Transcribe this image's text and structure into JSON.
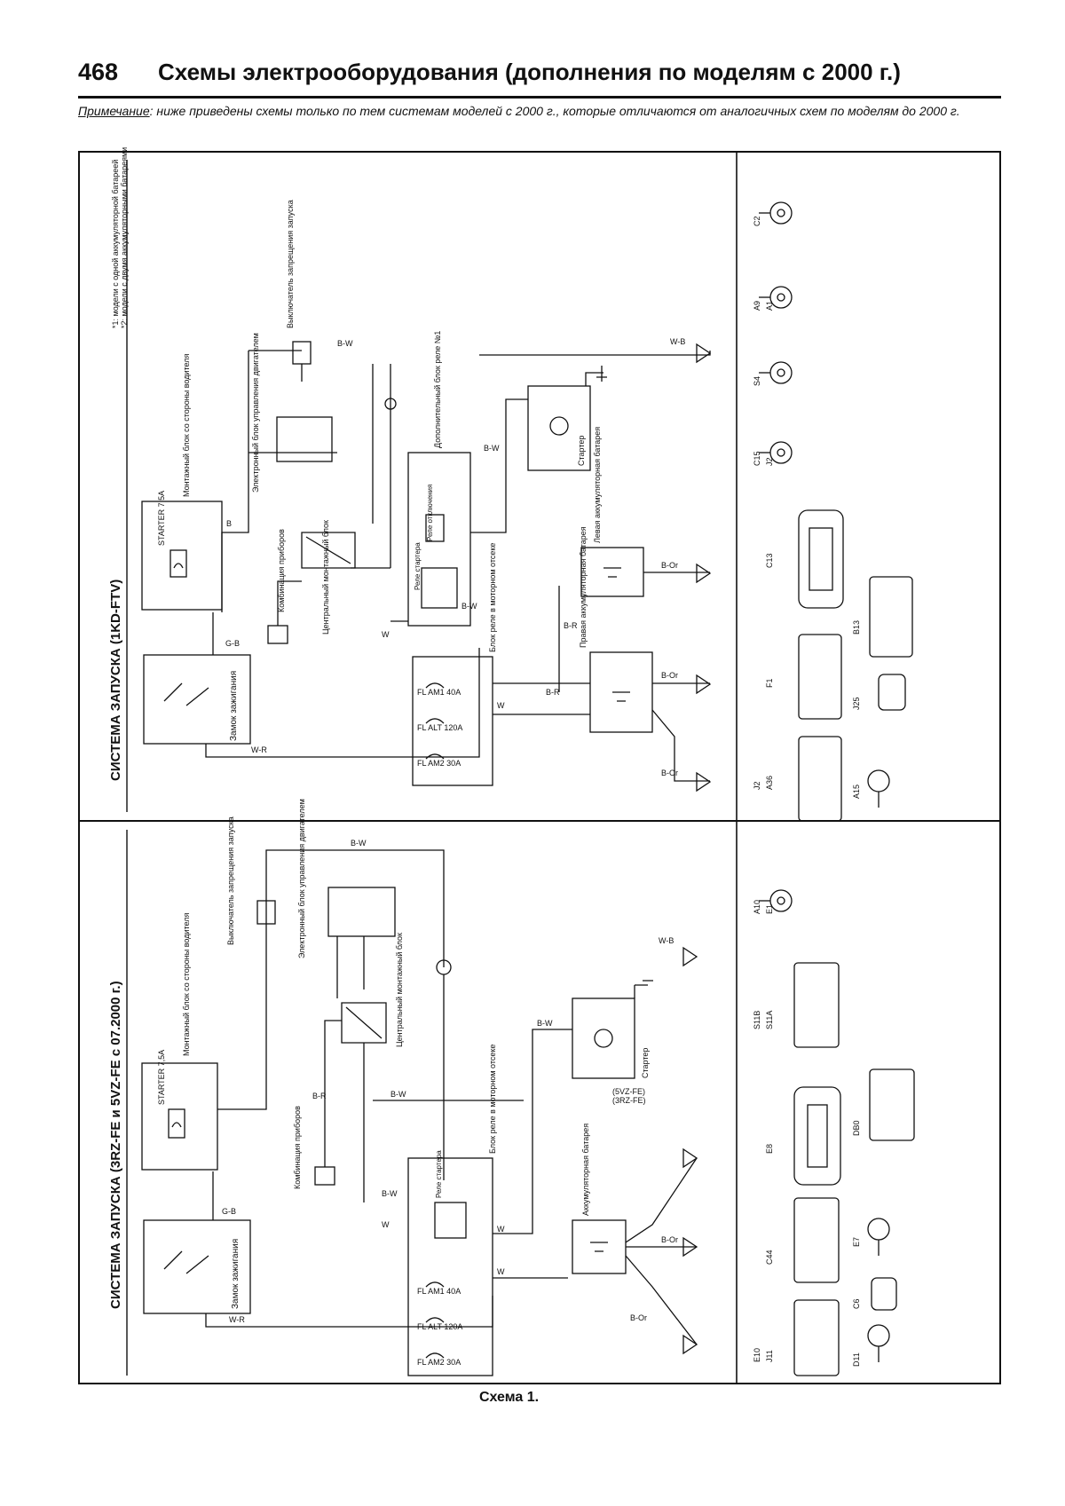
{
  "header": {
    "page_number": "468",
    "title": "Схемы электрооборудования (дополнения по моделям с 2000 г.)"
  },
  "note": {
    "label": "Примечание",
    "text": ": ниже приведены схемы только по тем системам моделей с 2000 г., которые отличаются от аналогичных схем по моделям до 2000 г."
  },
  "upper": {
    "title": "СИСТЕМА ЗАПУСКА (1KD-FTV)",
    "labels": {
      "footnotes": "*1: модели с одной аккумуляторной батареей\n*2: модели с двумя аккумуляторными батареями",
      "ignition": "Замок зажигания",
      "driver_block": "Монтажный блок со стороны водителя",
      "starter_fuse": "STARTER 7,5A",
      "ecu": "Электронный блок управления двигателем",
      "inhibit": "Выключатель запрещения запуска",
      "central_block": "Центральный монтажный блок",
      "combi": "Комбинация приборов",
      "relay_starter": "Реле стартера",
      "aux_relay_block": "Дополнительный блок реле №1",
      "relay_cut": "Реле отключения",
      "starter": "Стартер",
      "left_battery": "Левая аккумуляторная батарея",
      "right_battery": "Правая аккумуляторная батарея",
      "engine_relay_block": "Блок реле в моторном отсеке",
      "fuse_am1": "FL AM1 40A",
      "fuse_alt": "FL ALT 120A",
      "fuse_am2": "FL AM2 30A",
      "wires": [
        "W-R",
        "B-W",
        "B-W",
        "B-W",
        "W-B",
        "B-Or",
        "B-Or",
        "B-Or",
        "B-R",
        "B-R",
        "W",
        "W",
        "G-B",
        "B"
      ]
    },
    "connectors": [
      "C2",
      "A9",
      "A1",
      "S4",
      "C15",
      "J2",
      "C13",
      "B13",
      "F1",
      "J25",
      "A36",
      "A15",
      "J2"
    ]
  },
  "lower": {
    "title": "СИСТЕМА ЗАПУСКА (3RZ-FE и 5VZ-FE с 07.2000 г.)",
    "labels": {
      "ignition": "Замок зажигания",
      "driver_block": "Монтажный блок со стороны водителя",
      "starter_fuse": "STARTER 7,5A",
      "inhibit": "Выключатель запрещения запуска",
      "ecu": "Электронный блок управления двигателем",
      "central_block": "Центральный монтажный блок",
      "combi": "Комбинация приборов",
      "relay_starter": "Реле стартера",
      "engine_relay_block": "Блок реле в моторном отсеке",
      "starter": "Стартер",
      "battery": "Аккумуляторная батарея",
      "engine_variants": "(5VZ-FE)\n(3RZ-FE)",
      "fuse_am1": "FL AM1 40A",
      "fuse_alt": "FL ALT 120A",
      "fuse_am2": "FL AM2 30A",
      "wires": [
        "W-R",
        "B-W",
        "B-W",
        "B-W",
        "B-W",
        "W-B",
        "B-Or",
        "B-Or",
        "W",
        "W",
        "W",
        "G-B",
        "B-R"
      ]
    },
    "connectors": [
      "A10",
      "E1",
      "S11B",
      "S11A",
      "E8",
      "DB0",
      "C44",
      "E7",
      "C6",
      "J11",
      "D11",
      "E10"
    ]
  },
  "caption": "Схема 1."
}
